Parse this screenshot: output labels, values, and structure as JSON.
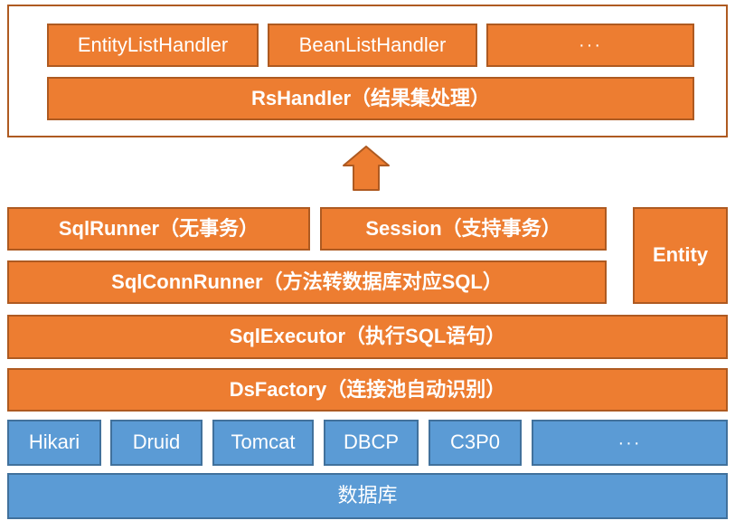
{
  "colors": {
    "orange_fill": "#ED7D31",
    "orange_border": "#AE5A21",
    "blue_fill": "#5B9BD5",
    "blue_border": "#41719C",
    "text": "#FFFFFF",
    "background": "#FFFFFF"
  },
  "handlers": {
    "items": [
      "EntityListHandler",
      "BeanListHandler",
      "···"
    ],
    "base": "RsHandler（结果集处理）"
  },
  "arrow_icon": "up-arrow",
  "core": {
    "sql_runner": "SqlRunner（无事务）",
    "session": "Session（支持事务）",
    "entity": "Entity",
    "sql_conn_runner": "SqlConnRunner（方法转数据库对应SQL）",
    "sql_executor": "SqlExecutor（执行SQL语句）",
    "ds_factory": "DsFactory（连接池自动识别）"
  },
  "connection_pools": [
    "Hikari",
    "Druid",
    "Tomcat",
    "DBCP",
    "C3P0",
    "···"
  ],
  "database": "数据库"
}
